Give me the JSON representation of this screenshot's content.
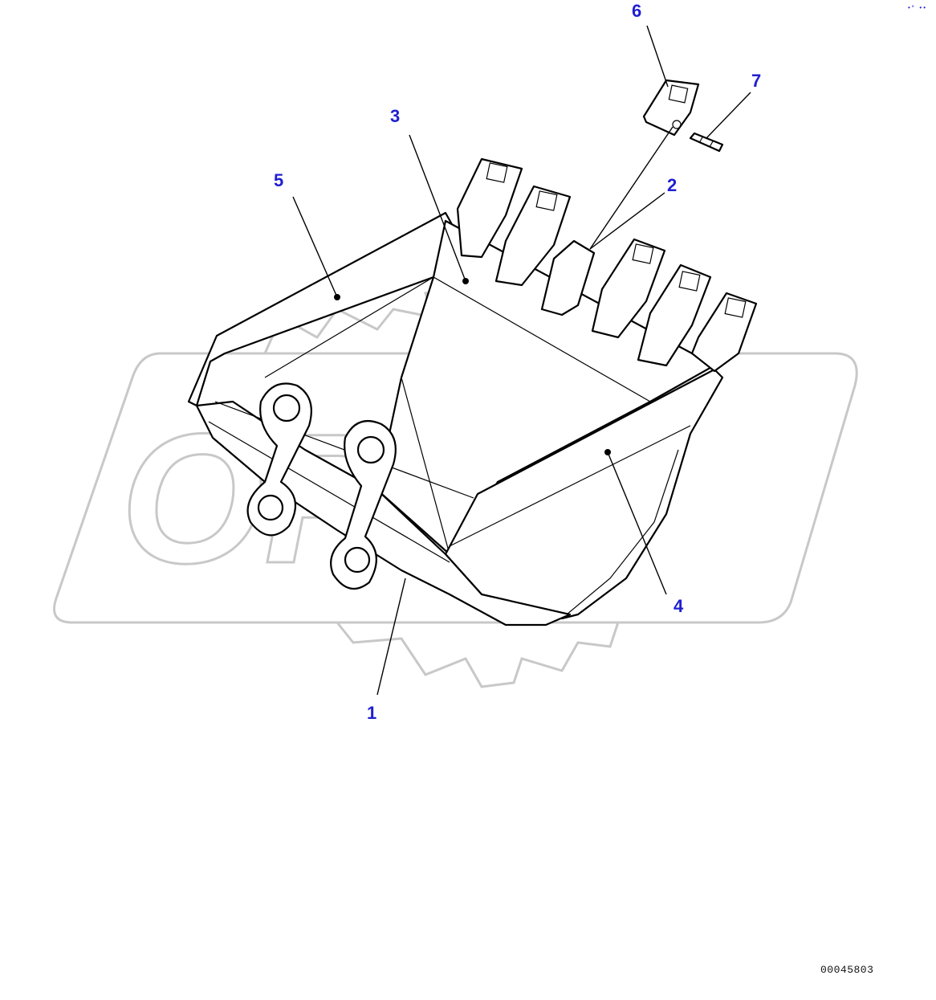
{
  "figure": {
    "corner_mark": "•° ••",
    "document_number": "00045803",
    "watermark_word": "OPEX"
  },
  "callouts": [
    {
      "id": "c1",
      "label": "1"
    },
    {
      "id": "c2",
      "label": "2"
    },
    {
      "id": "c3",
      "label": "3"
    },
    {
      "id": "c4",
      "label": "4"
    },
    {
      "id": "c5",
      "label": "5"
    },
    {
      "id": "c6",
      "label": "6"
    },
    {
      "id": "c7",
      "label": "7"
    }
  ],
  "colors": {
    "callout_text": "#1f1fd0",
    "watermark": "#c8c8c8",
    "line_art": "#000000"
  }
}
